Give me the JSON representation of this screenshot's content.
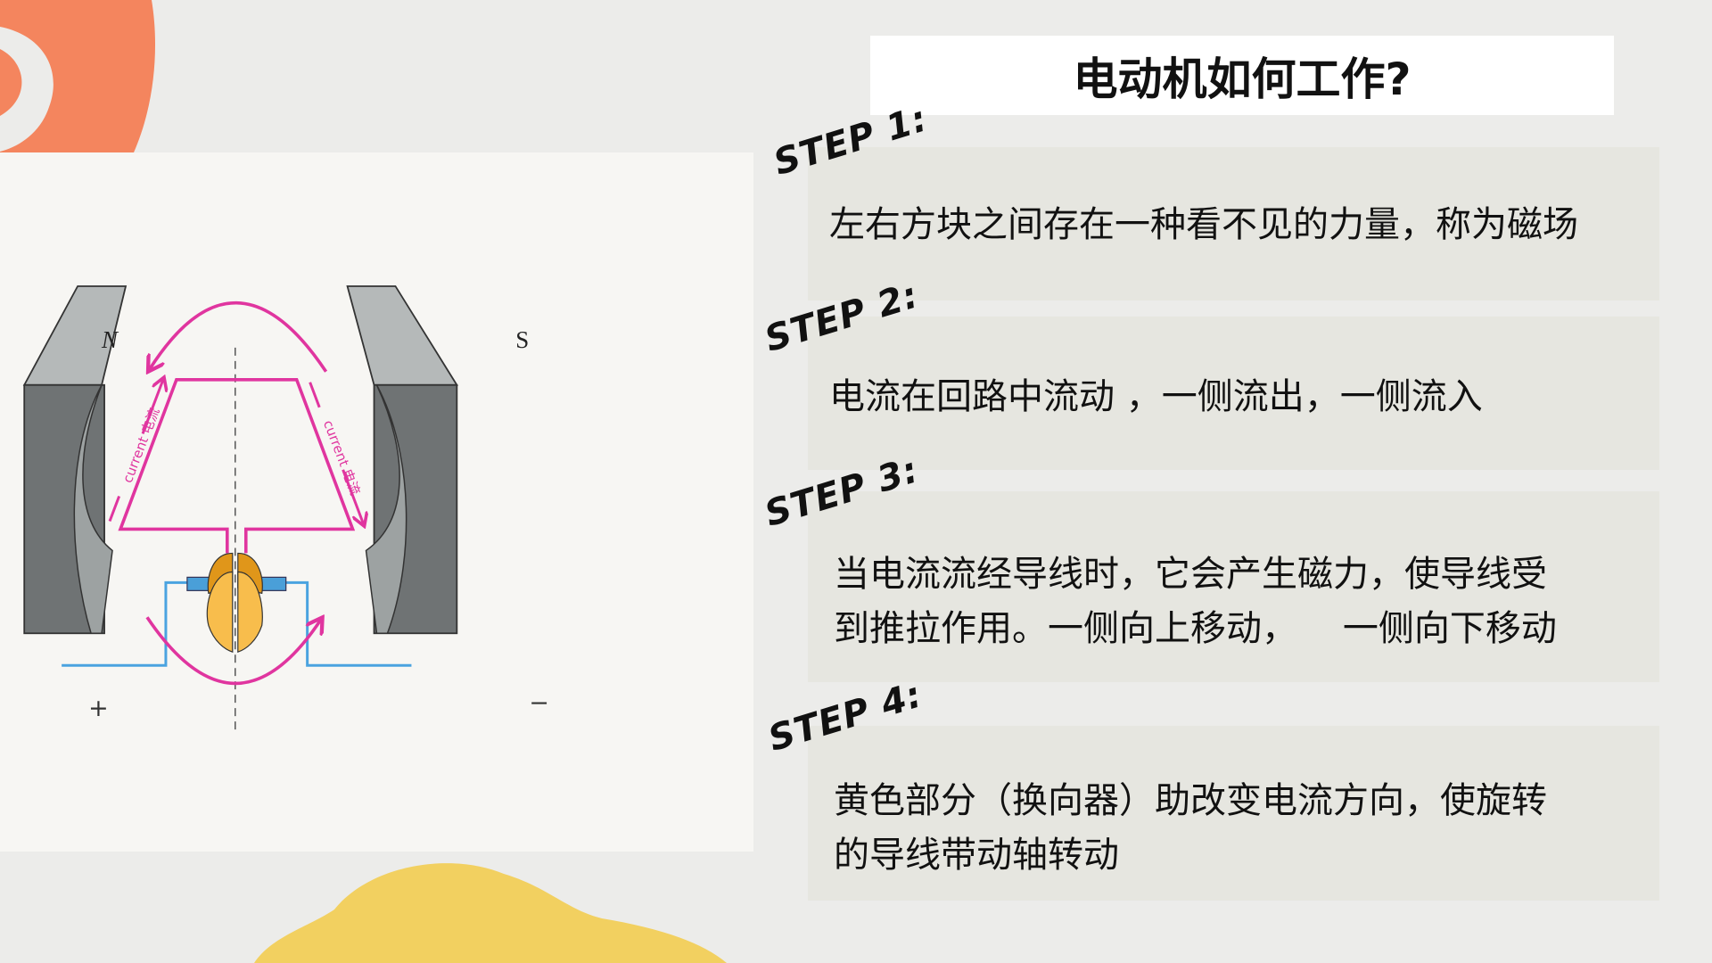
{
  "title": "电动机如何工作?",
  "steps": [
    {
      "label": "STEP 1:",
      "text": "左右方块之间存在一种看不见的力量，称为磁场"
    },
    {
      "label": "STEP 2:",
      "text": "电流在回路中流动 ，一侧流出，一侧流入"
    },
    {
      "label": "STEP 3:",
      "lines": [
        "当电流流经导线时，它会产生磁力，使导线受",
        "到推拉作用。一侧向上移动，    一侧向下移动"
      ]
    },
    {
      "label": "STEP 4:",
      "lines": [
        "黄色部分（换向器）助改变电流方向，使旋转",
        "的导线带动轴转动"
      ]
    }
  ],
  "diagram": {
    "north_label": "N",
    "south_label": "S",
    "current_label_left": "current 电流",
    "current_label_right": "current 电流",
    "plus_label": "+",
    "minus_label": "−"
  },
  "colors": {
    "loop": "#e0359f",
    "wire": "#4aa3e0",
    "commutator": "#f5b840",
    "magnet": "#6f7374",
    "accent_orange": "#f4855e",
    "accent_yellow": "#f2d060"
  }
}
